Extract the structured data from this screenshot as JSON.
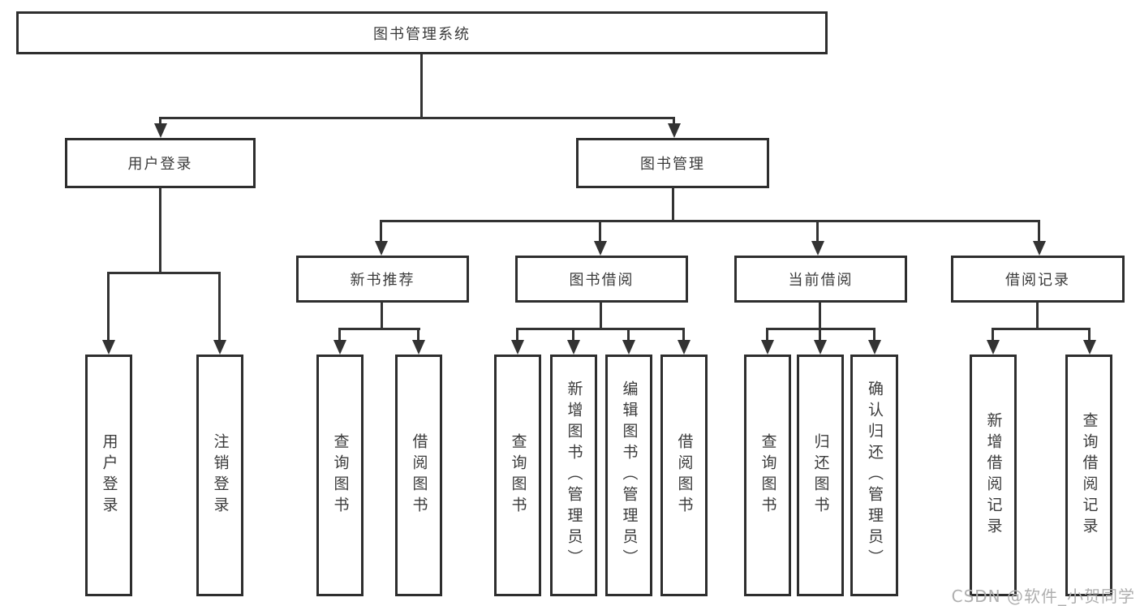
{
  "colors": {
    "line": "#333333",
    "box_border": "#2e2e2e",
    "text": "#3b3b3b",
    "background": "#ffffff",
    "watermark": "#afafaf"
  },
  "watermark": {
    "text": "CSDN @软件_小贺同学"
  },
  "tree": {
    "root": {
      "label": "图书管理系统"
    },
    "branches": [
      {
        "label": "用户登录",
        "children": [
          {
            "label": "用户登录"
          },
          {
            "label": "注销登录"
          }
        ]
      },
      {
        "label": "图书管理",
        "children": [
          {
            "label": "新书推荐",
            "children": [
              {
                "label": "查询图书"
              },
              {
                "label": "借阅图书"
              }
            ]
          },
          {
            "label": "图书借阅",
            "children": [
              {
                "label": "查询图书"
              },
              {
                "label": "新增图书（管理员）"
              },
              {
                "label": "编辑图书（管理员）"
              },
              {
                "label": "借阅图书"
              }
            ]
          },
          {
            "label": "当前借阅",
            "children": [
              {
                "label": "查询图书"
              },
              {
                "label": "归还图书"
              },
              {
                "label": "确认归还（管理员）"
              }
            ]
          },
          {
            "label": "借阅记录",
            "children": [
              {
                "label": "新增借阅记录"
              },
              {
                "label": "查询借阅记录"
              }
            ]
          }
        ]
      }
    ]
  }
}
